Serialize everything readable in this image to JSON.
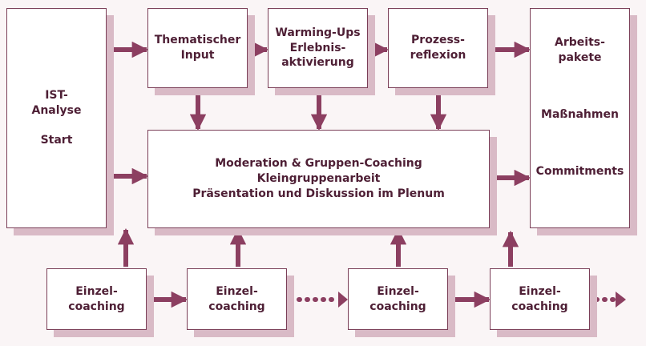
{
  "colors": {
    "arrow": "#8c3f61",
    "box_border": "#7a3e57",
    "shadow": "#d9bac6",
    "text": "#4e1f35",
    "background": "#faf5f6"
  },
  "ist_analyse": {
    "line1": "IST-",
    "line2": "Analyse",
    "line3": "Start"
  },
  "top_boxes": {
    "thematischer_input": {
      "line1": "Thematischer",
      "line2": "Input"
    },
    "warming_ups": {
      "line1": "Warming-Ups",
      "line2": "Erlebnis-",
      "line3": "aktivierung"
    },
    "prozessreflexion": {
      "line1": "Prozess-",
      "line2": "reflexion"
    }
  },
  "center": {
    "line1": "Moderation & Gruppen-Coaching",
    "line2": "Kleingruppenarbeit",
    "line3": "Präsentation und Diskussion im Plenum"
  },
  "results": {
    "line1": "Arbeits-",
    "line2": "pakete",
    "line3": "Maßnahmen",
    "line4": "Commitments"
  },
  "einzelcoaching": [
    {
      "line1": "Einzel-",
      "line2": "coaching"
    },
    {
      "line1": "Einzel-",
      "line2": "coaching"
    },
    {
      "line1": "Einzel-",
      "line2": "coaching"
    },
    {
      "line1": "Einzel-",
      "line2": "coaching"
    }
  ]
}
